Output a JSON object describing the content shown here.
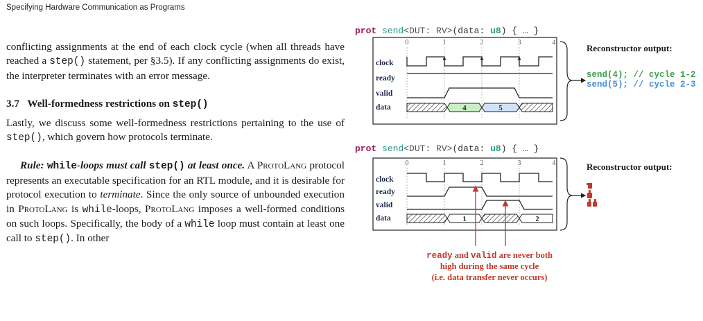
{
  "running_head": "Specifying Hardware Communication as Programs",
  "text": {
    "para1": [
      "conflicting assignments at the end of each clock cycle (when all threads have reached a ",
      "step()",
      " statement, per §3.5). If any conflicting assignments do exist, the interpreter terminates with an error message."
    ],
    "section_number": "3.7",
    "section_title": "Well-formedness restrictions on ",
    "section_title_code": "step()",
    "para2": [
      "Lastly, we discuss some well-formedness restrictions pertaining to the use of ",
      "step()",
      ", which govern how protocols terminate."
    ],
    "rule_parts": [
      "Rule: ",
      "while",
      "-loops must call ",
      "step()",
      " at least once."
    ],
    "para3_start": " A ",
    "protolang": "ProtoLang",
    "para3_mid1": " protocol represents an executable specification for an RTL module, and it is desirable for protocol execution to ",
    "terminate": "terminate",
    "para3_mid2": ". Since the only source of unbounded execution in ",
    "para3_is": " is ",
    "while": "while",
    "para3_mid3": "-loops, ",
    "para3_mid4": " imposes a well-formed conditions on such loops. Specifically, the body of a ",
    "para3_mid5": " loop must contain at least one call to ",
    "step": "step()",
    "para3_end": ". In other"
  },
  "figure": {
    "prot_kw": "prot",
    "prot_name": "send",
    "prot_generic": "<DUT: RV>",
    "prot_params_open": "(data: ",
    "prot_type": "u8",
    "prot_tail": ") { … }",
    "reconstructor_label": "Reconstructor output:",
    "cycle_labels": [
      "0",
      "1",
      "2",
      "3",
      "4"
    ],
    "signal_labels": [
      "clock",
      "ready",
      "valid",
      "data"
    ],
    "top_output": [
      {
        "code": "send(4);",
        "comment": "// cycle 1-2"
      },
      {
        "code": "send(5);",
        "comment": "// cycle 2-3"
      }
    ],
    "top_data_values": [
      "4",
      "5"
    ],
    "bottom_data_values": [
      "1",
      "2"
    ],
    "annotation": {
      "line1_code1": "ready",
      "line1_and": " and ",
      "line1_code2": "valid",
      "line1_rest": " are never both",
      "line2": "high during the same cycle",
      "line3": "(i.e. data transfer never occurs)"
    },
    "colors": {
      "keyword": "#9c1a5a",
      "teal": "#2a9a8c",
      "blue": "#2f6fc4",
      "green_text": "#3f9e4a",
      "green_fill": "#c9efc4",
      "blue_text": "#4a90d6",
      "blue_fill": "#cfe2f8",
      "red": "#c0392b",
      "grid": "#bbbbbb"
    }
  }
}
